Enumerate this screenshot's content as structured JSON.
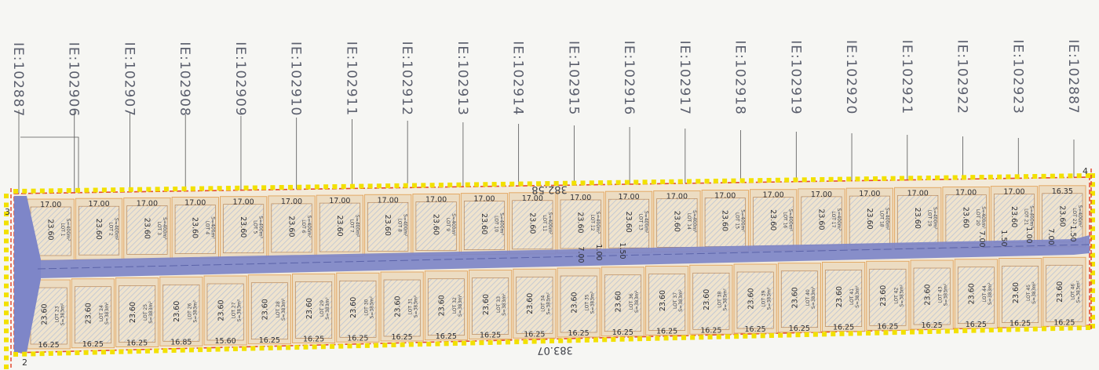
{
  "ie_labels": [
    "IE:102887",
    "IE:102906",
    "IE:102907",
    "IE:102908",
    "IE:102909",
    "IE:102910",
    "IE:102911",
    "IE:102912",
    "IE:102913",
    "IE:102914",
    "IE:102915",
    "IE:102916",
    "IE:102917",
    "IE:102918",
    "IE:102919",
    "IE:102920",
    "IE:102921",
    "IE:102922",
    "IE:102923",
    "IE:102887"
  ],
  "road_top_length": "382.58",
  "road_bottom_length": "383.07",
  "corner_labels": {
    "top_right": "4",
    "left_mid": "3",
    "bottom_left": "2"
  },
  "top_row": {
    "lot_width": "17.00",
    "last_lot_width": "16.35",
    "lot_depth": "23.60",
    "lot_area": "S=400m²",
    "lot_numbers": [
      "LOT 1",
      "LOT 2",
      "LOT 3",
      "LOT 4",
      "LOT 5",
      "LOT 6",
      "LOT 7",
      "LOT 8",
      "LOT 9",
      "LOT 10",
      "LOT 11",
      "LOT 12",
      "LOT 13",
      "LOT 14",
      "LOT 15",
      "LOT 16",
      "LOT 17",
      "LOT 18",
      "LOT 19",
      "LOT 20",
      "LOT 21",
      "LOT 22"
    ]
  },
  "bottom_row": {
    "lot_width": "16.25",
    "lot_depth": "23.60",
    "lot_area": "S=383m²",
    "lot_widths": [
      "16.25",
      "16.25",
      "16.25",
      "16.85",
      "15.60",
      "16.25",
      "16.25",
      "16.25",
      "16.25",
      "16.25",
      "16.25",
      "16.25",
      "16.25",
      "16.25",
      "16.25",
      "16.25",
      "16.25",
      "16.25",
      "16.25",
      "16.25",
      "16.25",
      "16.25",
      "16.25",
      "16.25"
    ],
    "lot_numbers": [
      "LOT 23",
      "LOT 24",
      "LOT 25",
      "LOT 26",
      "LOT 27",
      "LOT 28",
      "LOT 29",
      "LOT 30",
      "LOT 31",
      "LOT 32",
      "LOT 33",
      "LOT 34",
      "LOT 35",
      "LOT 36",
      "LOT 37",
      "LOT 38",
      "LOT 39",
      "LOT 40",
      "LOT 41",
      "LOT 42",
      "LOT 43",
      "LOT 44",
      "LOT 45",
      "LOT 46"
    ]
  },
  "road_dims": [
    "7.00",
    "1.00",
    "1.50",
    "7.00",
    "1.50",
    "1.00",
    "7.00",
    "1.50"
  ],
  "colors": {
    "road": "#7e86c8",
    "lot_fill": "#ecdcc2",
    "hatch": "#a7b5d0",
    "boundary_dots": "#f2e100",
    "boundary_line": "#e4492f",
    "plot_outline": "#e2b06e"
  }
}
